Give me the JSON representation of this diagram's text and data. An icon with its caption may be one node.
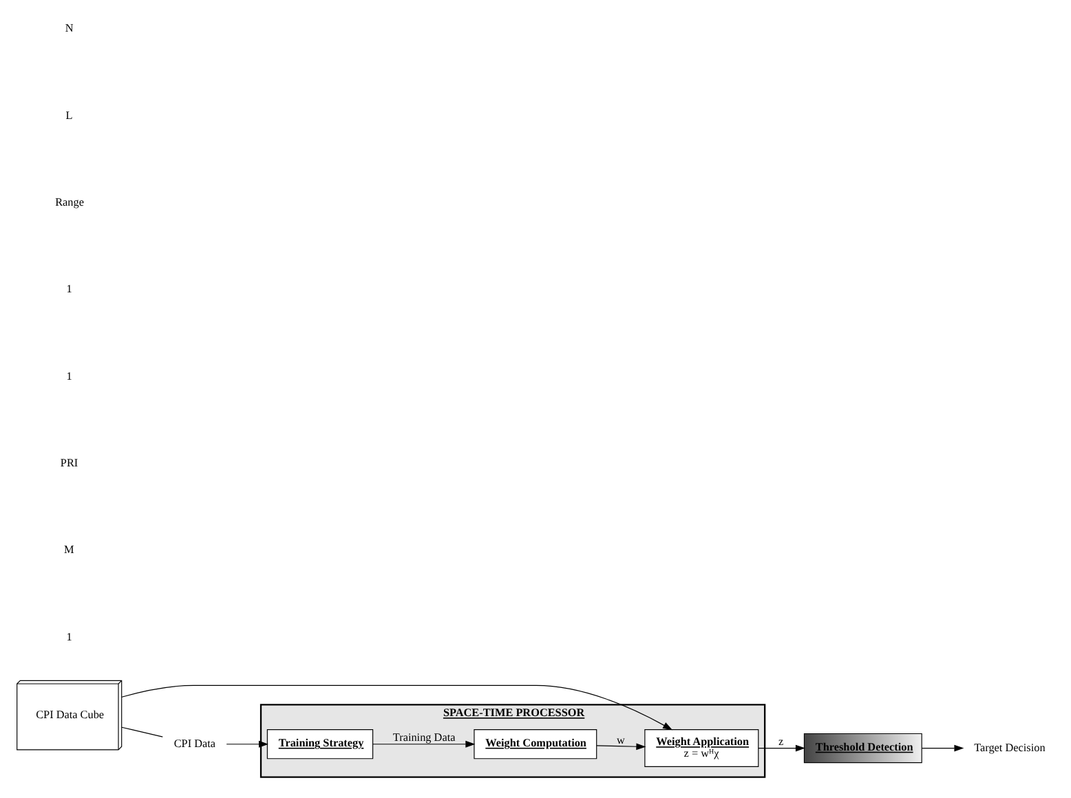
{
  "diagram": {
    "nodes": [
      {
        "text": [
          "SPACE-TIME PROCESSOR"
        ]
      },
      {
        "text": [
          "Weight Application",
          "z = wᴴχ"
        ],
        "in": 0
      },
      {
        "text": [
          "Weight Computation"
        ],
        "in": 0
      },
      {
        "text": [
          "Training Strategy"
        ],
        "in": 0
      },
      {
        "text": [
          "Threshold Detection"
        ]
      },
      {
        "text": [
          "Target Decision"
        ]
      },
      {
        "text": [
          "CPI Data Cube"
        ]
      },
      {
        "text": [
          "CPI Data"
        ]
      }
    ],
    "edges": [
      {
        "from": 6,
        "to": 1,
        "arrow": "to"
      },
      {
        "from": 1,
        "to": 4,
        "arrow": "to",
        "label": "z"
      },
      {
        "from": 4,
        "to": 5,
        "arrow": "to"
      },
      {
        "from": 2,
        "to": 1,
        "arrow": "to",
        "label": "w"
      },
      {
        "from": 3,
        "to": 2,
        "arrow": "to",
        "label": "Training Data"
      },
      {
        "from": 6,
        "to": 7,
        "arrow": "none"
      },
      {
        "from": 7,
        "to": 3,
        "arrow": "to"
      }
    ],
    "labels": [
      "N",
      "L",
      "Range",
      "1",
      "1",
      "PRI",
      "M",
      "1"
    ]
  }
}
